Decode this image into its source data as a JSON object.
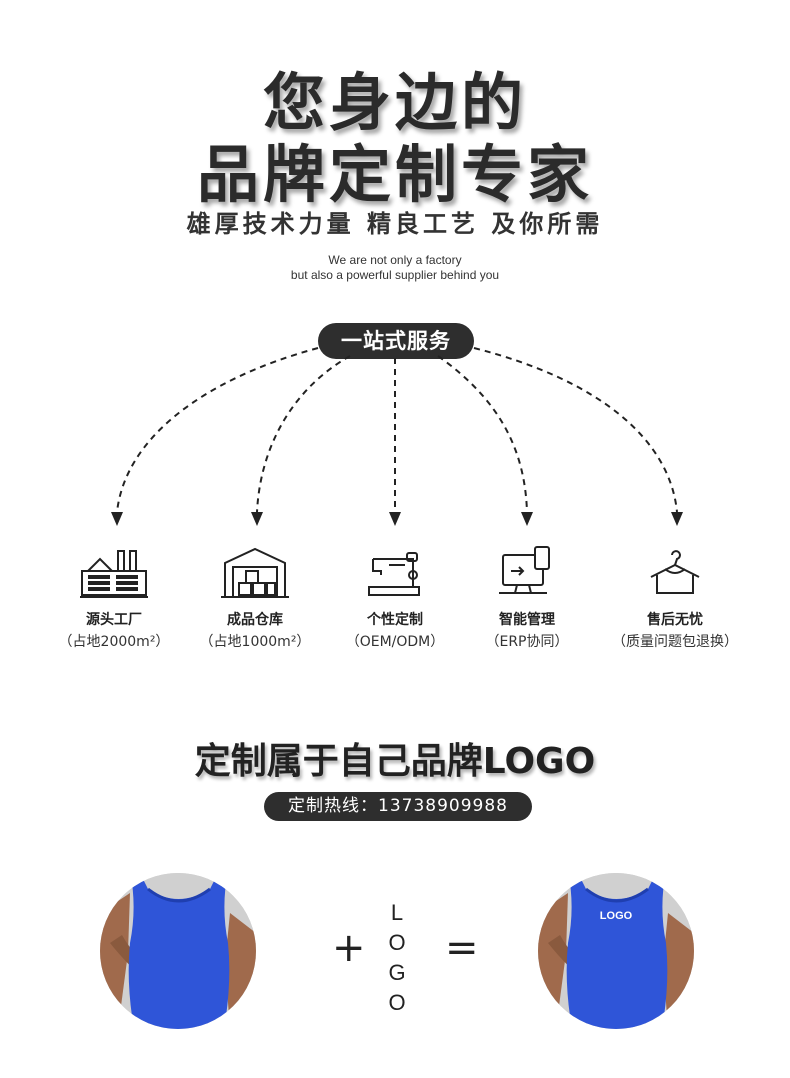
{
  "hero": {
    "line1": "您身边的",
    "line2": "品牌定制专家",
    "slogan": "雄厚技术力量 精良工艺 及你所需",
    "tagline1": "We are not only a factory",
    "tagline2": "but also a powerful supplier behind you"
  },
  "service": {
    "title": "一站式服务",
    "items": [
      {
        "name": "源头工厂",
        "note": "（占地2000m²）",
        "icon": "factory-icon"
      },
      {
        "name": "成品仓库",
        "note": "（占地1000m²）",
        "icon": "warehouse-icon"
      },
      {
        "name": "个性定制",
        "note": "（OEM/ODM）",
        "icon": "sewing-machine-icon"
      },
      {
        "name": "智能管理",
        "note": "（ERP协同）",
        "icon": "computer-phone-icon"
      },
      {
        "name": "售后无忧",
        "note": "（质量问题包退换）",
        "icon": "hanger-shirt-icon"
      }
    ]
  },
  "brand": {
    "title": "定制属于自己品牌LOGO",
    "hotline": "定制热线：13738909988",
    "plus": "+",
    "equals": "=",
    "logo_letters": [
      "L",
      "O",
      "G",
      "O"
    ],
    "logo_on_shirt": "LOGO"
  },
  "colors": {
    "dark": "#2e2e2e",
    "garment_blue": "#2f55d8",
    "skin": "#a06a4c"
  }
}
